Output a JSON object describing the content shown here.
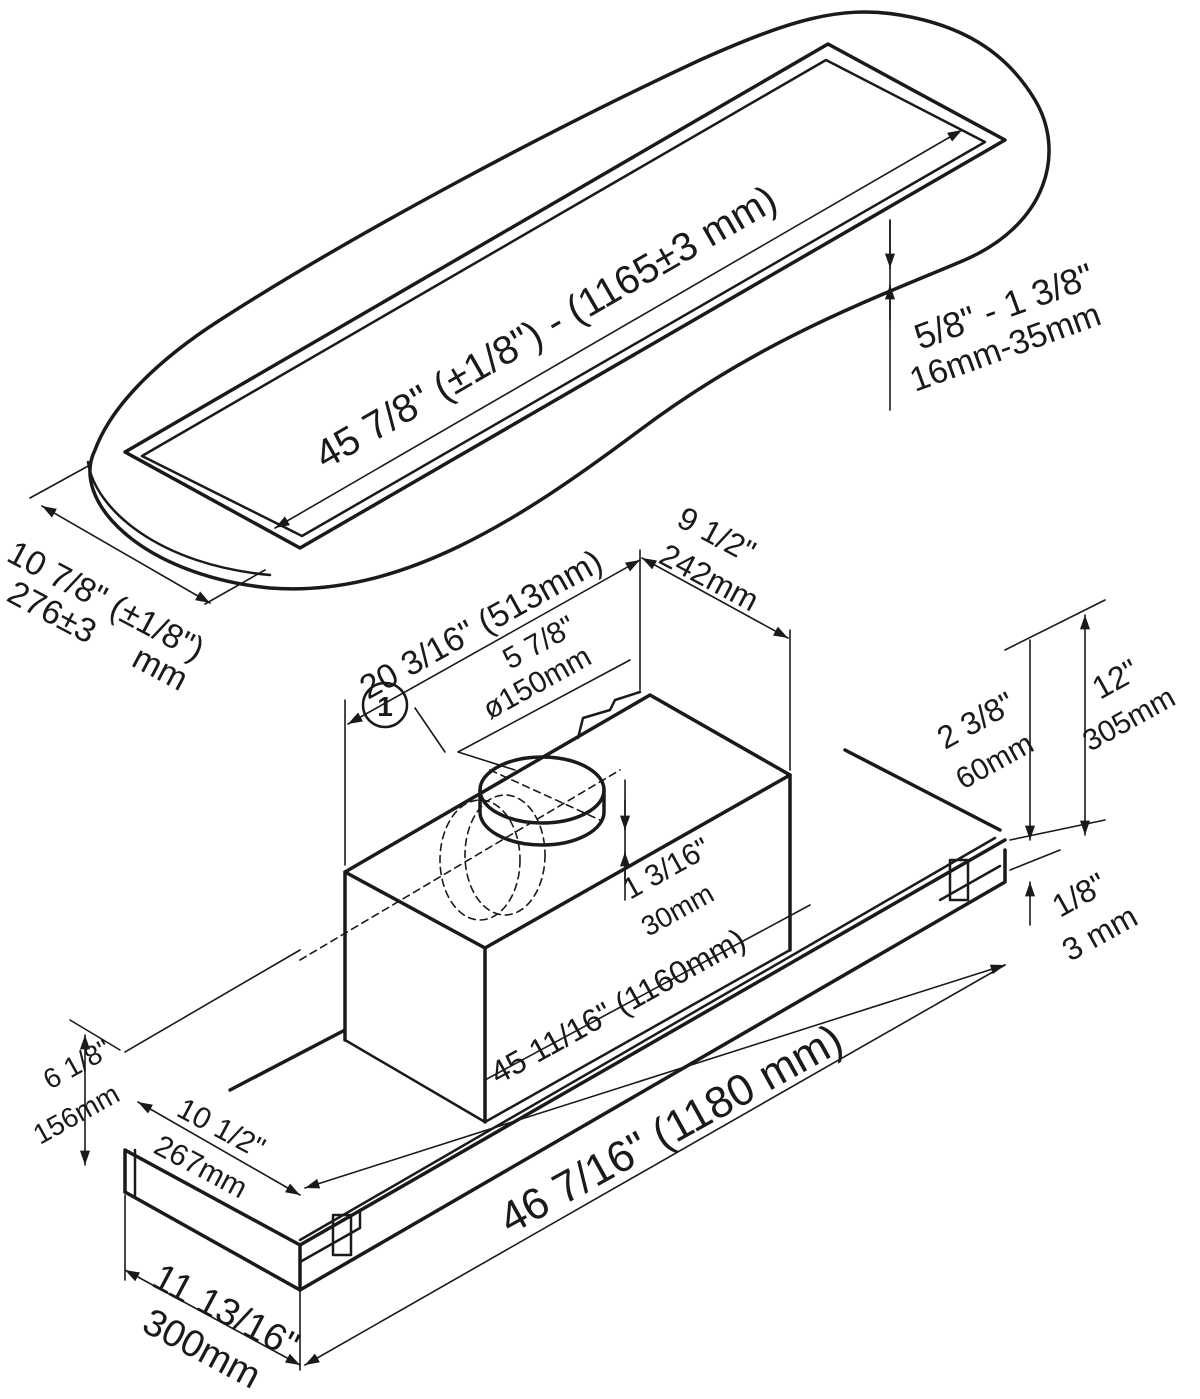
{
  "cutout": {
    "length": "45 7/8\" (±1/8\") - (1165±3 mm)",
    "depth_in": "10 7/8\" (±1/8\")",
    "depth_mm": "276±3",
    "depth_mm_unit": "mm",
    "thickness_in": "5/8\" - 1 3/8\"",
    "thickness_mm": "16mm-35mm"
  },
  "hood": {
    "box_length": "20 3/16\" (513mm)",
    "box_depth_in": "9 1/2\"",
    "box_depth_mm": "242mm",
    "duct_in": "5 7/8\"",
    "duct_mm": "ø150mm",
    "callout": "1",
    "offset_in": "2 3/8\"",
    "offset_mm": "60mm",
    "height_in": "12\"",
    "height_mm": "305mm",
    "duct_height_in": "1 3/16\"",
    "duct_height_mm": "30mm",
    "flange_in": "1/8\"",
    "flange_mm": "3 mm",
    "inner_length": "45 11/16\" (1160mm)",
    "outer_length": "46 7/16\" (1180 mm)",
    "tray_height_in": "6 1/8\"",
    "tray_height_mm": "156mm",
    "inner_depth_in": "10 1/2\"",
    "inner_depth_mm": "267mm",
    "outer_depth_in": "11 13/16\"",
    "outer_depth_mm": "300mm"
  }
}
